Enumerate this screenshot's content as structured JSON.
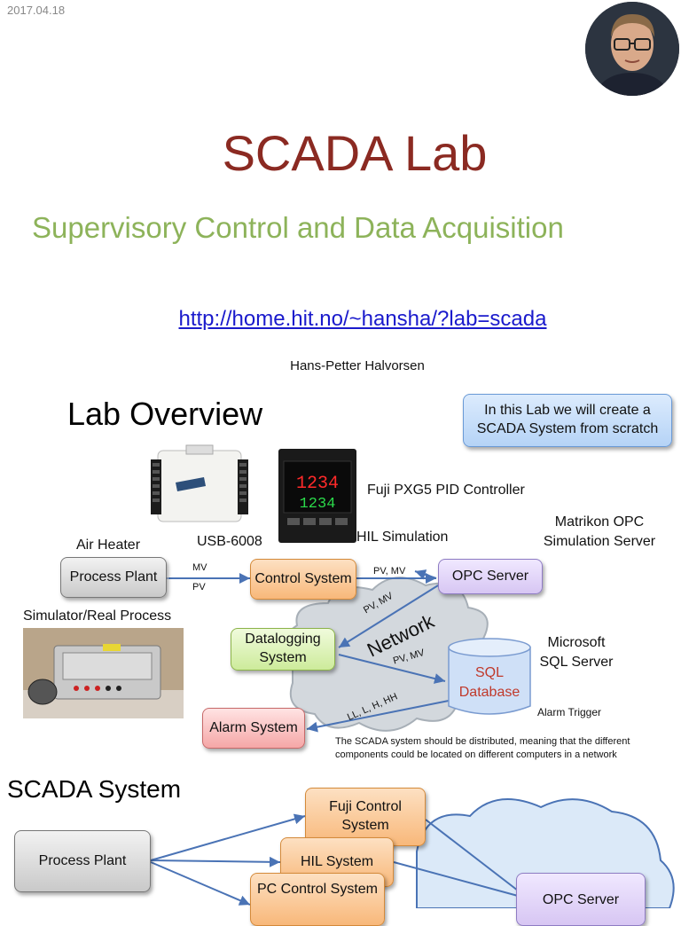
{
  "date": "2017.04.18",
  "title": "SCADA Lab",
  "subtitle": "Supervisory Control and Data Acquisition",
  "link": "http://home.hit.no/~hansha/?lab=scada",
  "author": "Hans-Petter Halvorsen",
  "overview": {
    "heading": "Lab Overview",
    "callout": "In this Lab we will create a SCADA System from scratch",
    "pid_label": "Fuji PXG5 PID Controller",
    "pid_display_pv": "1234",
    "pid_display_sv": "1234",
    "usb_label": "USB-6008",
    "hil_label": "HIL Simulation",
    "opc_sim_label": "Matrikon OPC Simulation Server",
    "air_heater": "Air Heater",
    "process_plant": "Process Plant",
    "sim_label": "Simulator/Real Process",
    "mv": "MV",
    "pv": "PV",
    "control_system": "Control System",
    "pv_mv_1": "PV, MV",
    "opc_server": "OPC Server",
    "pv_mv_2": "PV, MV",
    "network": "Network",
    "datalogging": "Datalogging System",
    "pv_mv_3": "PV, MV",
    "microsoft_sql": "Microsoft SQL Server",
    "sql_db": "SQL Database",
    "alarm_system": "Alarm System",
    "alarm_levels": "LL, L, H, HH",
    "alarm_trigger": "Alarm Trigger",
    "distributed_note": "The SCADA system should be distributed, meaning that the different components could be located on different computers in a network"
  },
  "scada": {
    "heading": "SCADA System",
    "process_plant": "Process Plant",
    "fuji": "Fuji Control System",
    "hil": "HIL System",
    "pc_control": "PC Control System",
    "opc_server": "OPC Server"
  }
}
